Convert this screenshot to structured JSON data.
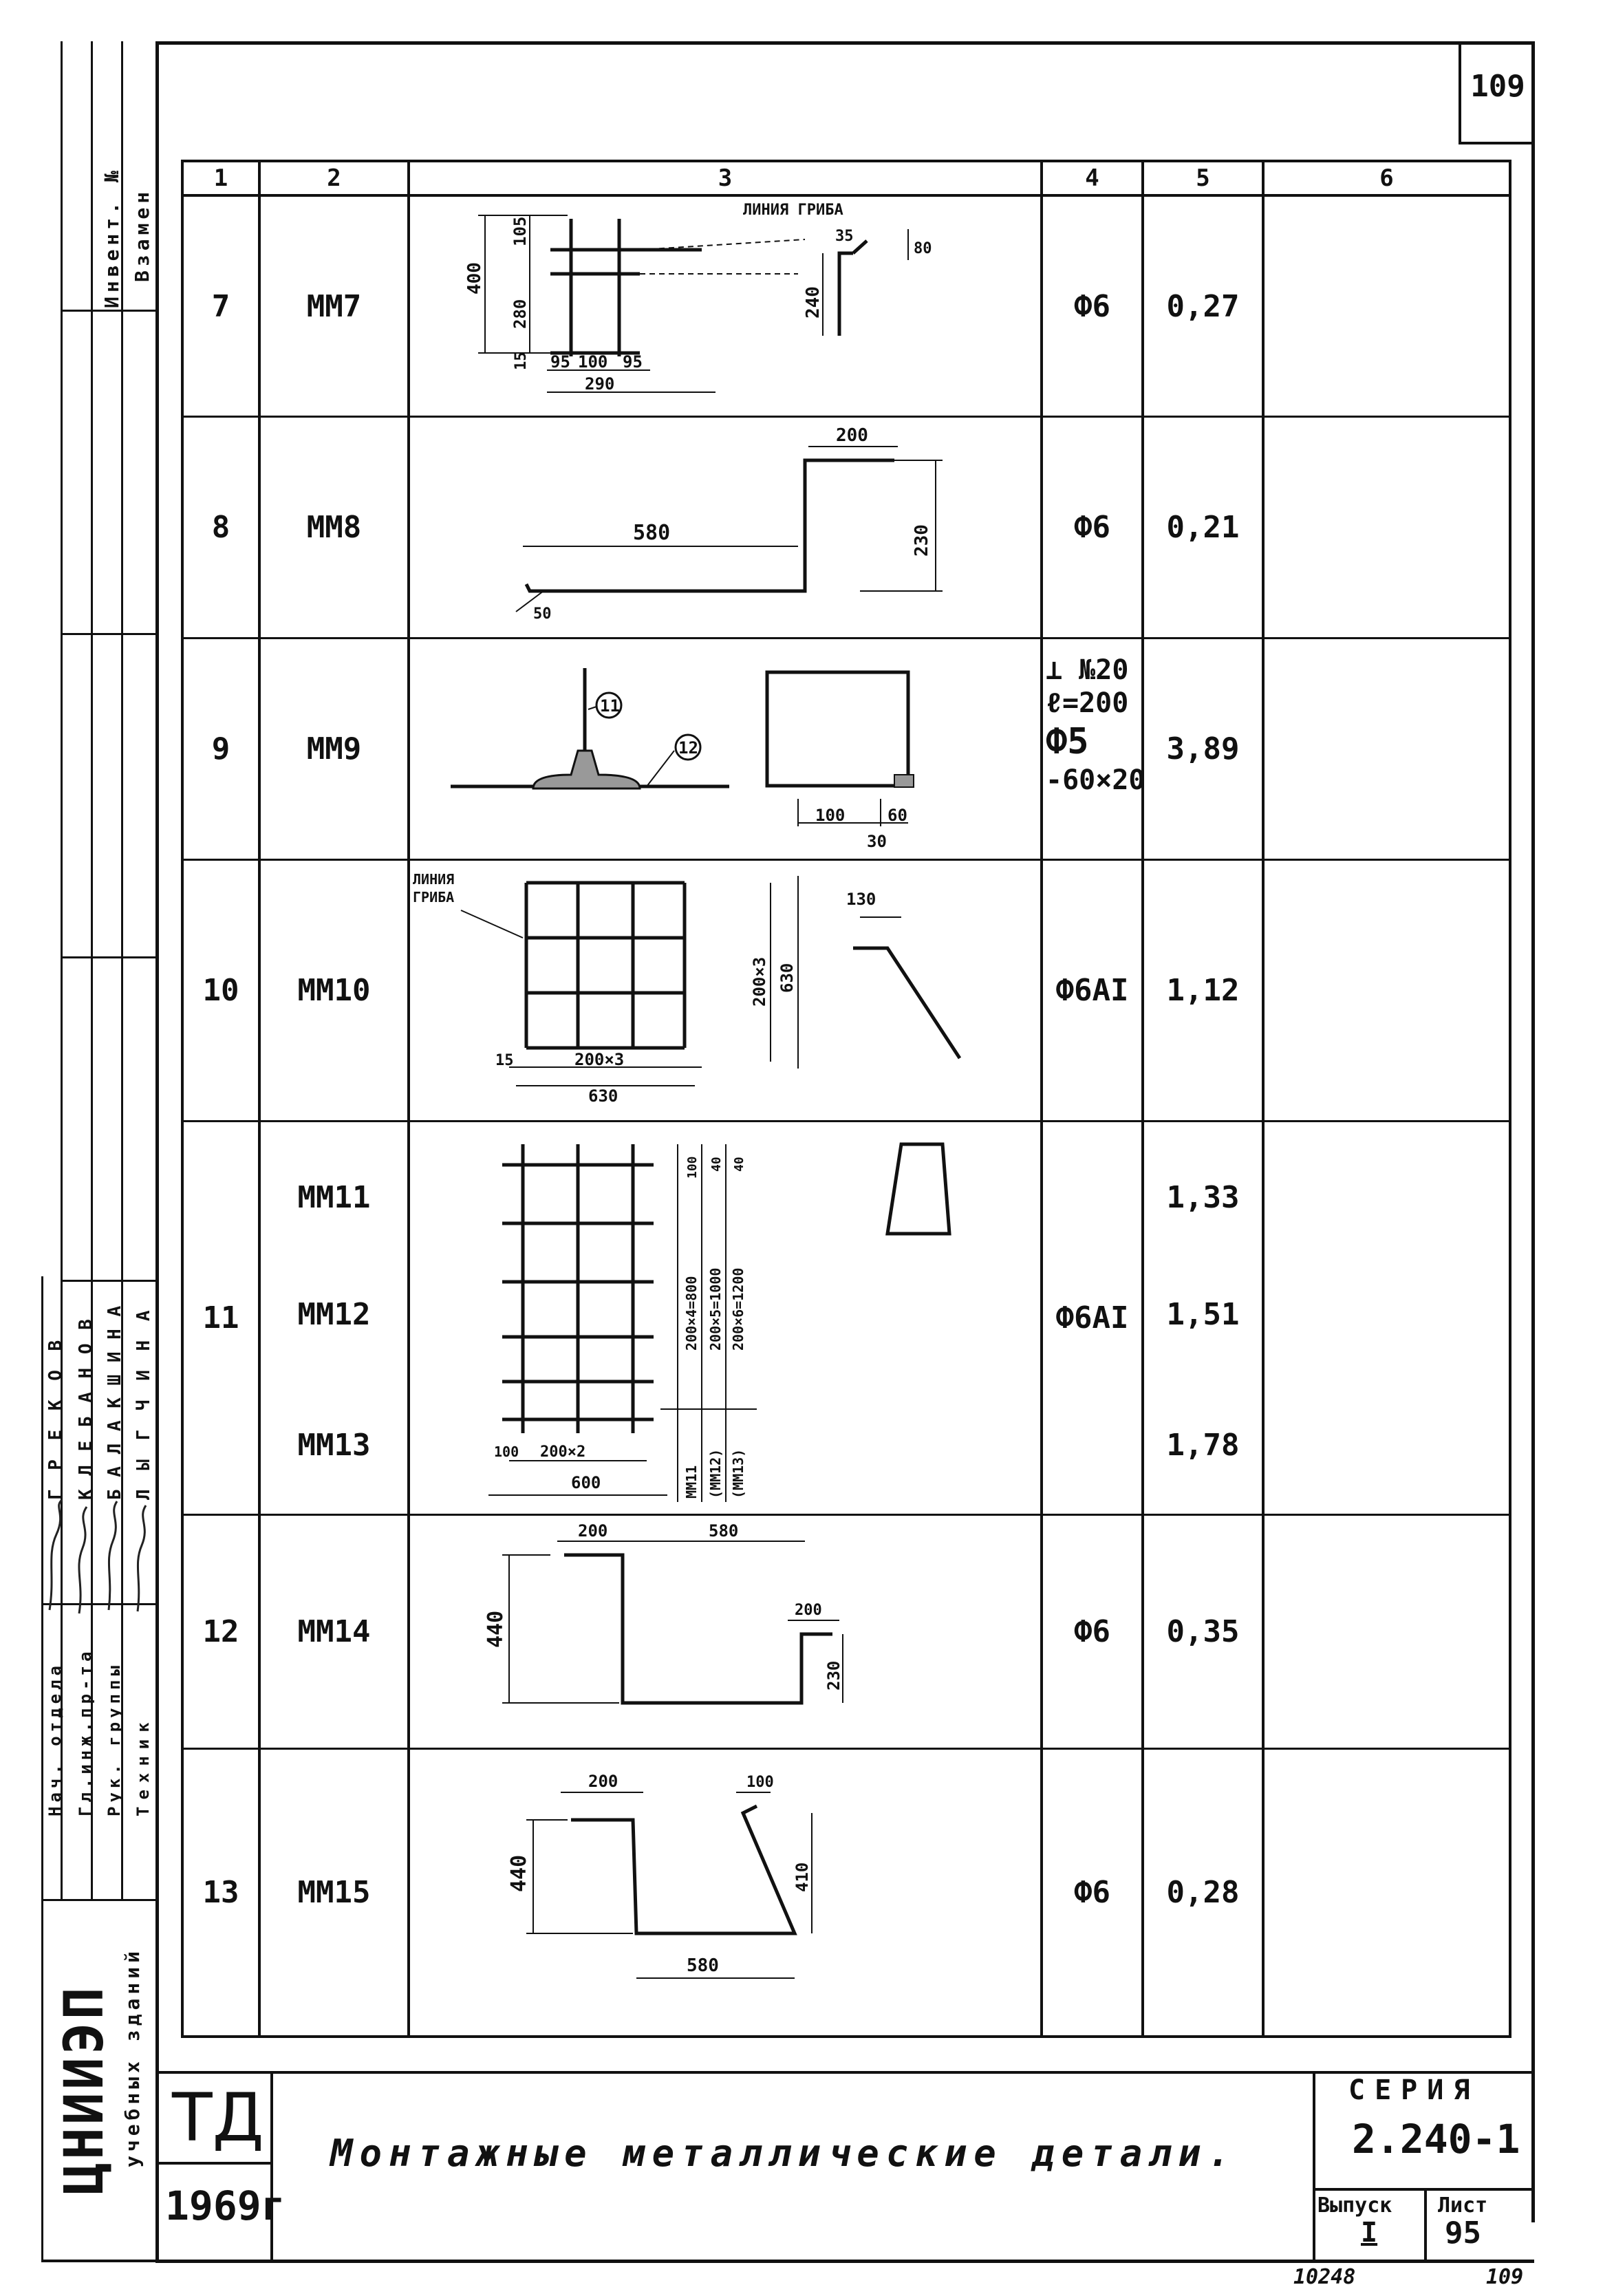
{
  "page_number": "109",
  "left_strip": {
    "invent_label": "Инвент. №",
    "vzamen_label": "Взамен",
    "org_name": "ЦНИИЭП",
    "org_sub": "учебных зданий",
    "roles": [
      "Нач. отдела",
      "Гл.инж.пр-та",
      "Рук. группы",
      "Техник"
    ],
    "names": [
      "Г Р Е К О В",
      "К Л Е Б А Н О В",
      "Б А Л А К Ш И Н А",
      "Л Ы Г Ч И Н А"
    ]
  },
  "table": {
    "headers": [
      "1",
      "2",
      "3",
      "4",
      "5",
      "6"
    ],
    "rows": [
      {
        "num": "7",
        "marks": [
          "ММ7"
        ],
        "material": [
          "Ф6"
        ],
        "mass": [
          "0,27"
        ]
      },
      {
        "num": "8",
        "marks": [
          "ММ8"
        ],
        "material": [
          "Ф6"
        ],
        "mass": [
          "0,21"
        ]
      },
      {
        "num": "9",
        "marks": [
          "ММ9"
        ],
        "material": [
          "⊥ №20",
          "ℓ=200",
          "Ф5",
          "-60×20"
        ],
        "mass": [
          "3,89"
        ]
      },
      {
        "num": "10",
        "marks": [
          "ММ10"
        ],
        "material": [
          "Ф6АI"
        ],
        "mass": [
          "1,12"
        ]
      },
      {
        "num": "11",
        "marks": [
          "ММ11",
          "ММ12",
          "ММ13"
        ],
        "material": [
          "Ф6АI"
        ],
        "mass": [
          "1,33",
          "1,51",
          "1,78"
        ]
      },
      {
        "num": "12",
        "marks": [
          "ММ14"
        ],
        "material": [
          "Ф6"
        ],
        "mass": [
          "0,35"
        ]
      },
      {
        "num": "13",
        "marks": [
          "ММ15"
        ],
        "material": [
          "Ф6"
        ],
        "mass": [
          "0,28"
        ]
      }
    ]
  },
  "sketch_labels": {
    "r7": {
      "liniya": "ЛИНИЯ ГРИБА",
      "d400": "400",
      "d105": "105",
      "d280": "280",
      "d15": "15",
      "d95a": "95",
      "d100": "100",
      "d95b": "95",
      "d290": "290",
      "d240": "240",
      "d35": "35",
      "d80": "80"
    },
    "r8": {
      "d200": "200",
      "d580": "580",
      "d230": "230",
      "d50": "50"
    },
    "r9": {
      "c11": "11",
      "c12": "12",
      "d100": "100",
      "d30": "30",
      "d60": "60"
    },
    "r10": {
      "liniya1": "ЛИНИЯ",
      "liniya2": "ГРИБА",
      "d200x3": "200×3",
      "d630": "630",
      "d15": "15",
      "d130": "130"
    },
    "r11": {
      "d100": "100",
      "d200x2": "200×2",
      "d600": "600",
      "v1": "200×4=800",
      "v2": "200×5=1000",
      "v3": "200×6=1200",
      "v40": "40",
      "v100": "100",
      "m11": "ММ11",
      "m12": "(ММ12)",
      "m13": "(ММ13)"
    },
    "r12": {
      "d200a": "200",
      "d580": "580",
      "d440": "440",
      "d200b": "200",
      "d230": "230"
    },
    "r13": {
      "d200": "200",
      "d100": "100",
      "d440": "440",
      "d410": "410",
      "d580": "580"
    }
  },
  "stamp": {
    "td": "ТД",
    "year": "1969г",
    "title": "Монтажные металлические детали.",
    "seria_label": "СЕРИЯ",
    "seria_value": "2.240-1",
    "vypusk_label": "Выпуск",
    "vypusk_value": "I",
    "list_label": "Лист",
    "list_value": "95"
  },
  "footer": {
    "code": "10248",
    "page": "109"
  }
}
